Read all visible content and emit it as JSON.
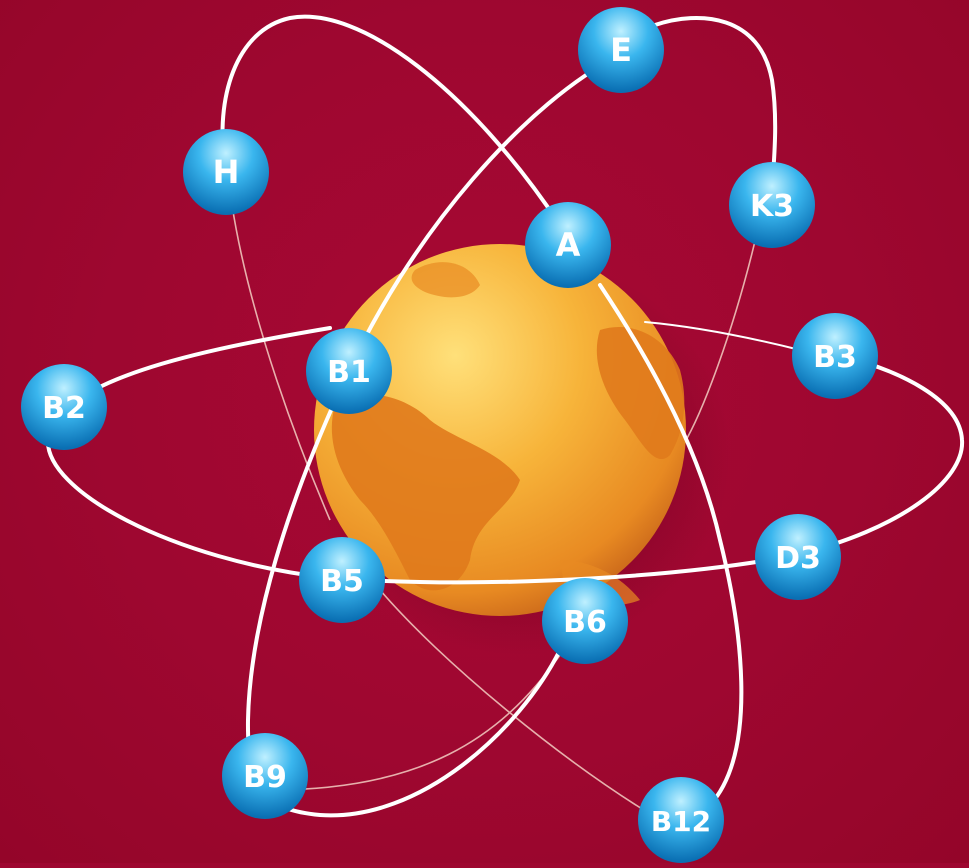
{
  "colors": {
    "background": "#9e0730",
    "orbit": "#ffffff",
    "globe_light": "#ffd36b",
    "globe_dark": "#e5821f",
    "node_light": "#9fe3ff",
    "node_dark": "#0d86c9"
  },
  "nodes": {
    "e": "E",
    "h": "H",
    "k3": "K3",
    "a": "A",
    "b1": "B1",
    "b3": "B3",
    "b2": "B2",
    "d3": "D3",
    "b5": "B5",
    "b6": "B6",
    "b9": "B9",
    "b12": "B12"
  }
}
